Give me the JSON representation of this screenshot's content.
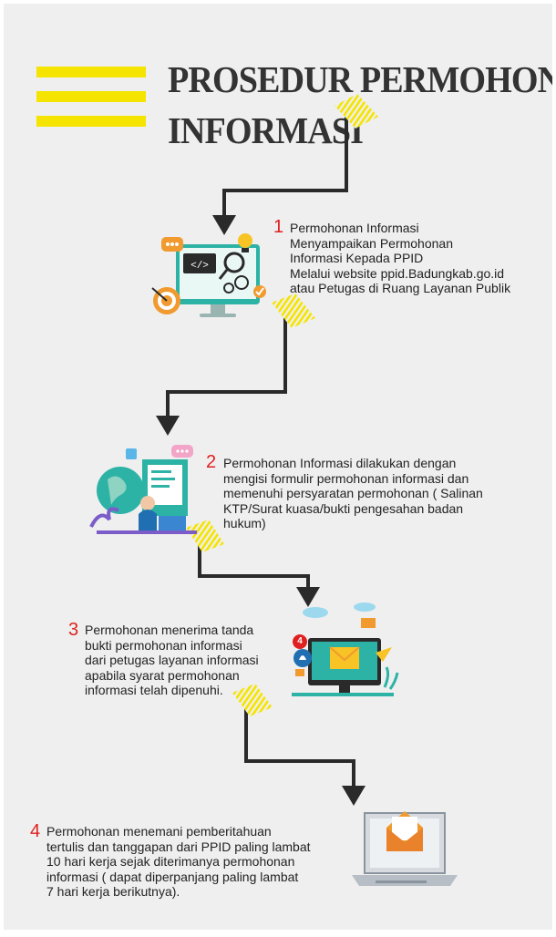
{
  "title": {
    "line1": "PROSEDUR PERMOHONAN",
    "line2": "INFORMASI"
  },
  "colors": {
    "accent_yellow": "#f5e400",
    "arrow": "#2a2a2a",
    "number_red": "#e02020",
    "teal": "#2db3a6",
    "orange": "#f19a2f"
  },
  "steps": [
    {
      "number": "1",
      "lines": [
        "Permohonan Informasi",
        "Menyampaikan Permohonan",
        "Informasi Kepada PPID",
        "Melalui website ppid.Badungkab.go.id",
        "atau Petugas di Ruang Layanan Publik"
      ],
      "illustration": "monitor-code-target-icon"
    },
    {
      "number": "2",
      "lines": [
        "Permohonan Informasi dilakukan dengan",
        "mengisi formulir permohonan informasi dan",
        "memenuhi persyaratan permohonan ( Salinan",
        "KTP/Surat kuasa/bukti pengesahan badan",
        "hukum)"
      ],
      "illustration": "person-filling-form-icon"
    },
    {
      "number": "3",
      "lines": [
        "Permohonan menerima tanda",
        "bukti permohonan informasi",
        "dari petugas layanan informasi",
        "apabila syarat permohonan",
        "informasi telah dipenuhi."
      ],
      "illustration": "monitor-mail-notification-icon",
      "badge": "4"
    },
    {
      "number": "4",
      "lines": [
        "Permohonan menemani pemberitahuan",
        "tertulis dan tanggapan dari PPID paling lambat",
        "10 hari kerja sejak diterimanya permohonan",
        "informasi ( dapat diperpanjang paling lambat",
        "7 hari kerja berikutnya)."
      ],
      "illustration": "laptop-envelope-icon"
    }
  ]
}
